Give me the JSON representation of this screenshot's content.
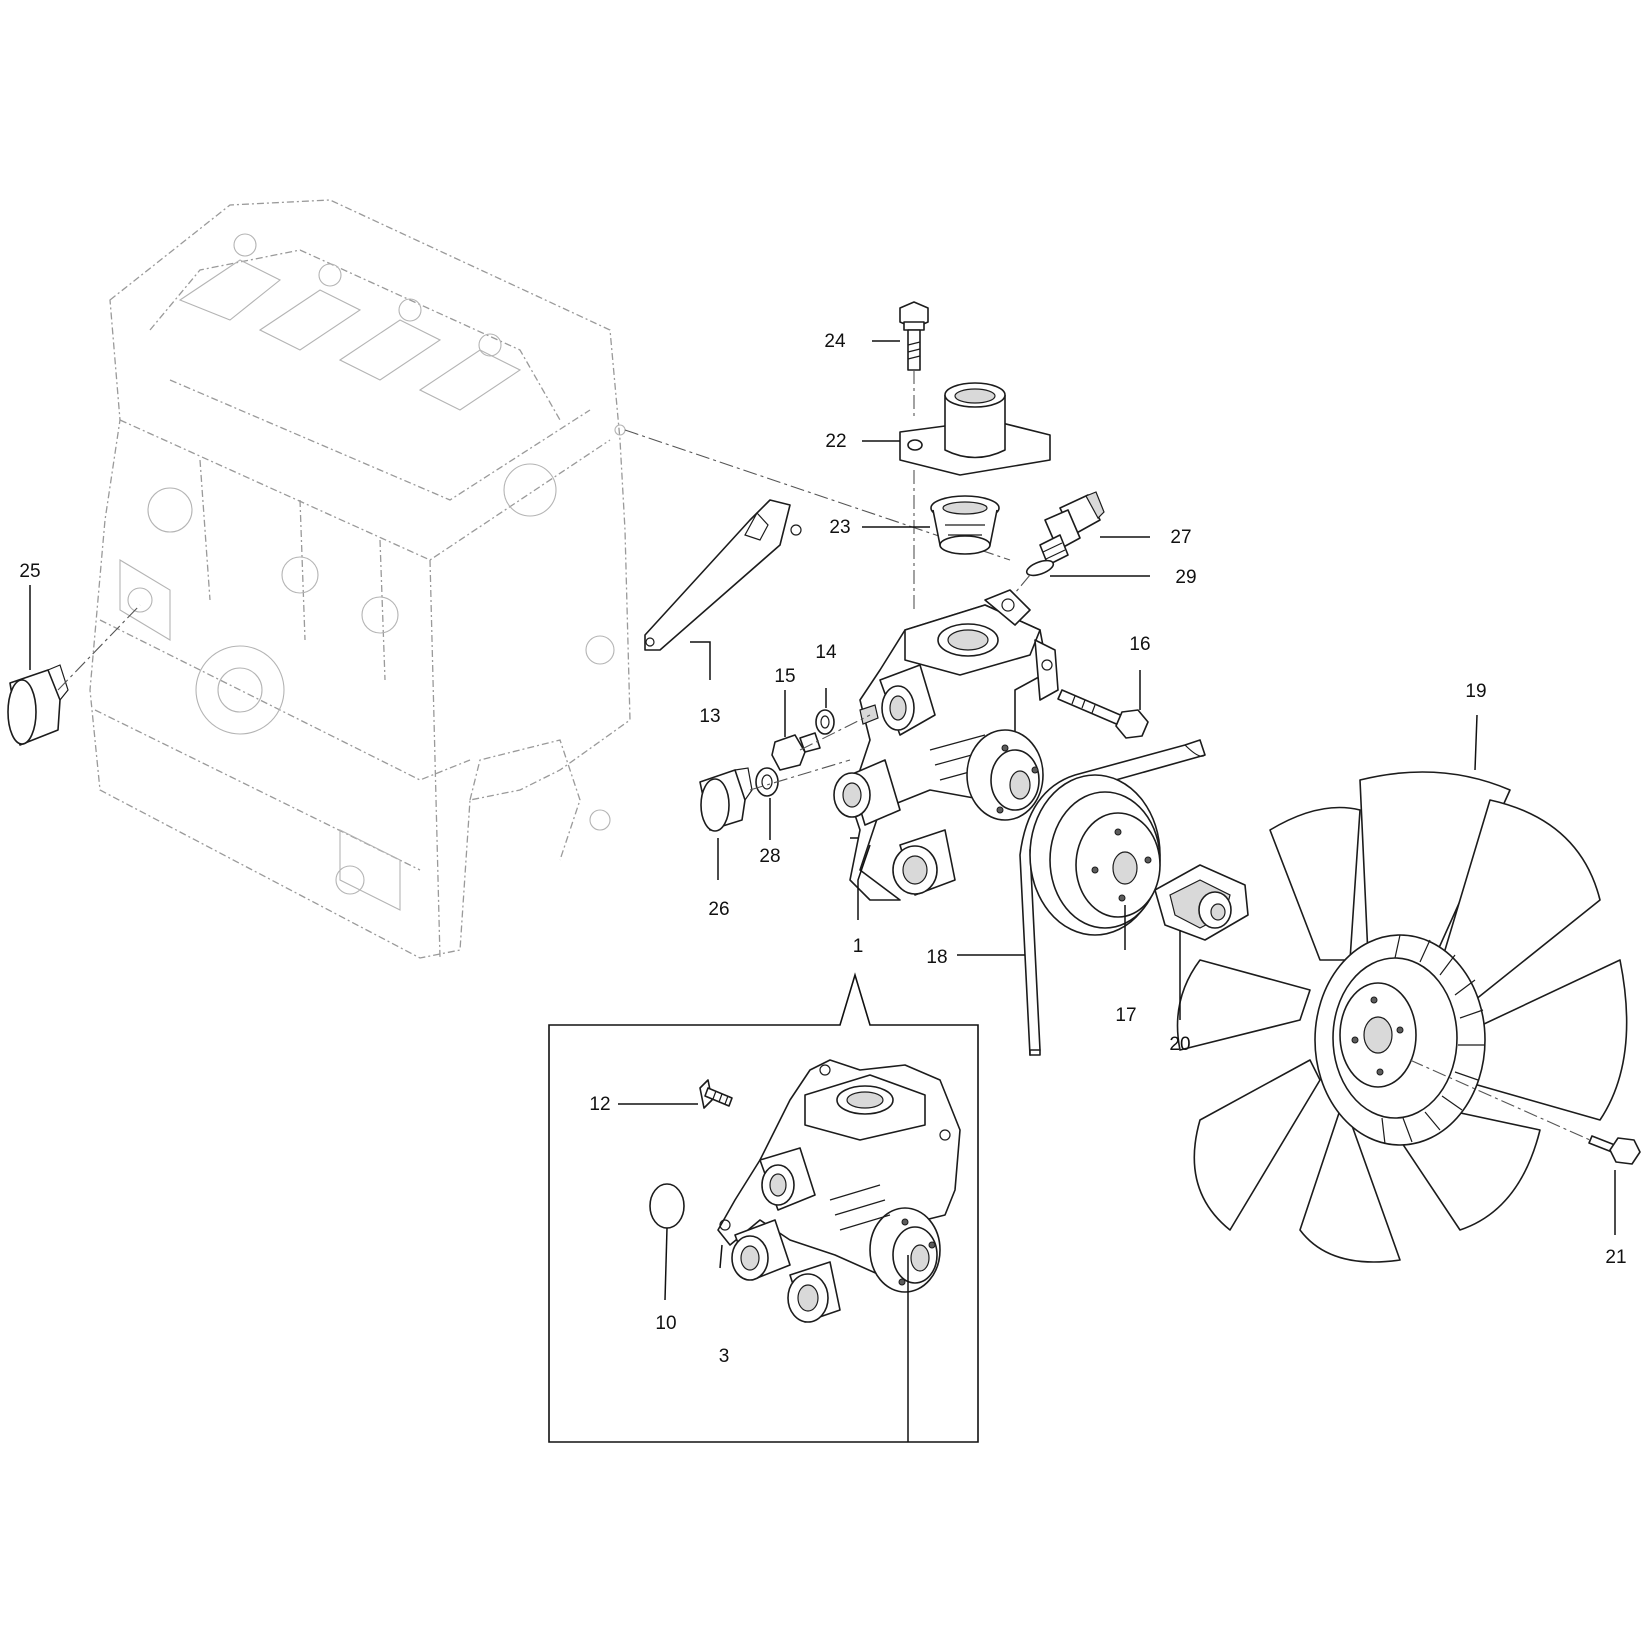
{
  "callouts": {
    "c1": "1",
    "c3": "3",
    "c10": "10",
    "c12": "12",
    "c13": "13",
    "c14": "14",
    "c15": "15",
    "c16": "16",
    "c17": "17",
    "c18": "18",
    "c19": "19",
    "c20": "20",
    "c21": "21",
    "c22": "22",
    "c23": "23",
    "c24": "24",
    "c25": "25",
    "c26": "26",
    "c27": "27",
    "c28": "28",
    "c29": "29"
  },
  "colors": {
    "line": "#1c1c1c",
    "ghost_line": "#9a9a9a",
    "background": "#ffffff"
  }
}
